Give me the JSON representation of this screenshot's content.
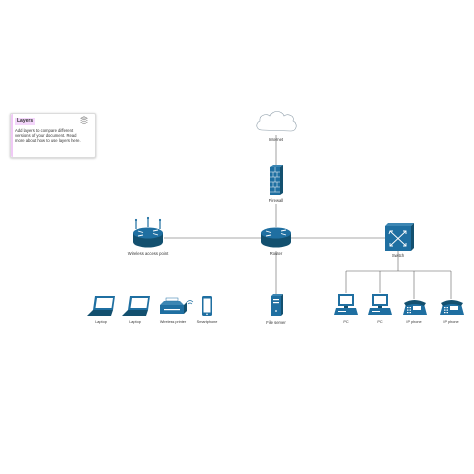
{
  "layers_panel": {
    "title": "Layers",
    "body": "Add layers to compare different versions of your document. Read more about how to use layers here.",
    "icon": "layers-stack-icon"
  },
  "diagram": {
    "nodes": {
      "internet": "Internet",
      "firewall": "Firewall",
      "router": "Router",
      "wireless_access_point": "Wireless access point",
      "switch": "Switch",
      "file_server": "File server",
      "laptop_1": "Laptop",
      "laptop_2": "Laptop",
      "wireless_printer": "Wireless printer",
      "smartphone": "Smartphone",
      "pc_1": "PC",
      "pc_2": "PC",
      "ip_phone_1": "IP phone",
      "ip_phone_2": "IP phone"
    },
    "colors": {
      "device_fill": "#1f6fa1",
      "device_dark": "#13506f",
      "device_light": "#ffffff",
      "connector": "#555555",
      "cloud_stroke": "#8a9aa6"
    }
  }
}
